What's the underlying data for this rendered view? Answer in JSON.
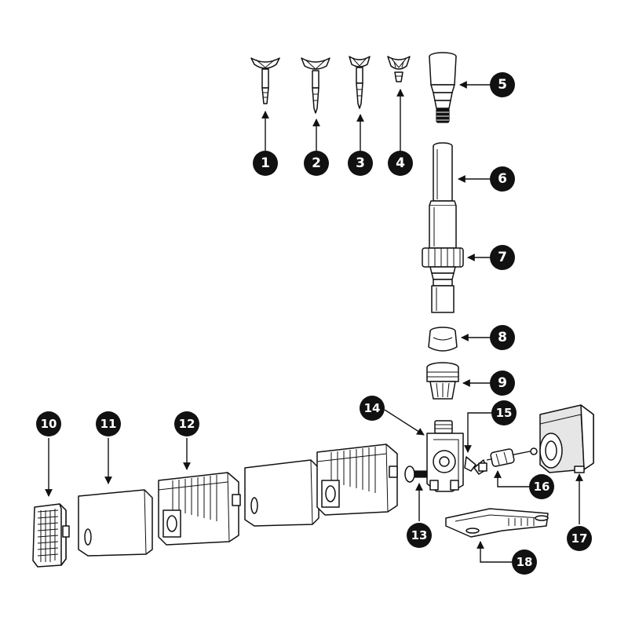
{
  "callouts": [
    {
      "label": "1"
    },
    {
      "label": "2"
    },
    {
      "label": "3"
    },
    {
      "label": "4"
    },
    {
      "label": "5"
    },
    {
      "label": "6"
    },
    {
      "label": "7"
    },
    {
      "label": "8"
    },
    {
      "label": "9"
    },
    {
      "label": "10"
    },
    {
      "label": "11"
    },
    {
      "label": "12"
    },
    {
      "label": "13"
    },
    {
      "label": "14"
    },
    {
      "label": "15"
    },
    {
      "label": "16"
    },
    {
      "label": "17"
    },
    {
      "label": "18"
    }
  ],
  "colors": {
    "ink": "#111111",
    "paper": "#ffffff",
    "shade": "#e6e6e6"
  }
}
